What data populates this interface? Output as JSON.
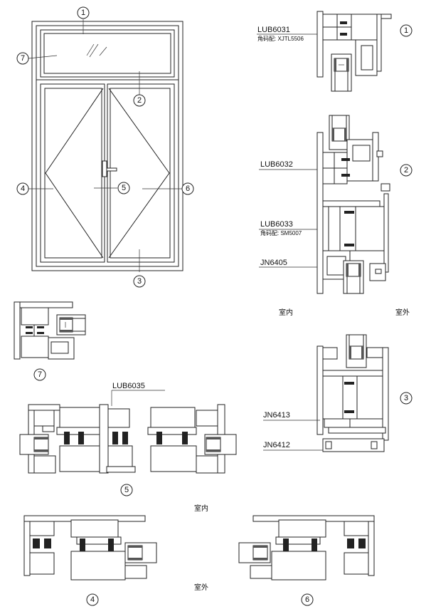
{
  "callouts": {
    "c1": "1",
    "c2": "2",
    "c3": "3",
    "c4": "4",
    "c5": "5",
    "c6": "6",
    "c7": "7"
  },
  "profiles": {
    "lub6031": "LUB6031",
    "lub6031_note": "角码配: XJTL5506",
    "lub6032": "LUB6032",
    "lub6033": "LUB6033",
    "lub6033_note": "角码配: SM5007",
    "jn6405": "JN6405",
    "jn6413": "JN6413",
    "jn6412": "JN6412",
    "lub6035": "LUB6035"
  },
  "sides": {
    "interior": "室内",
    "exterior": "室外"
  }
}
